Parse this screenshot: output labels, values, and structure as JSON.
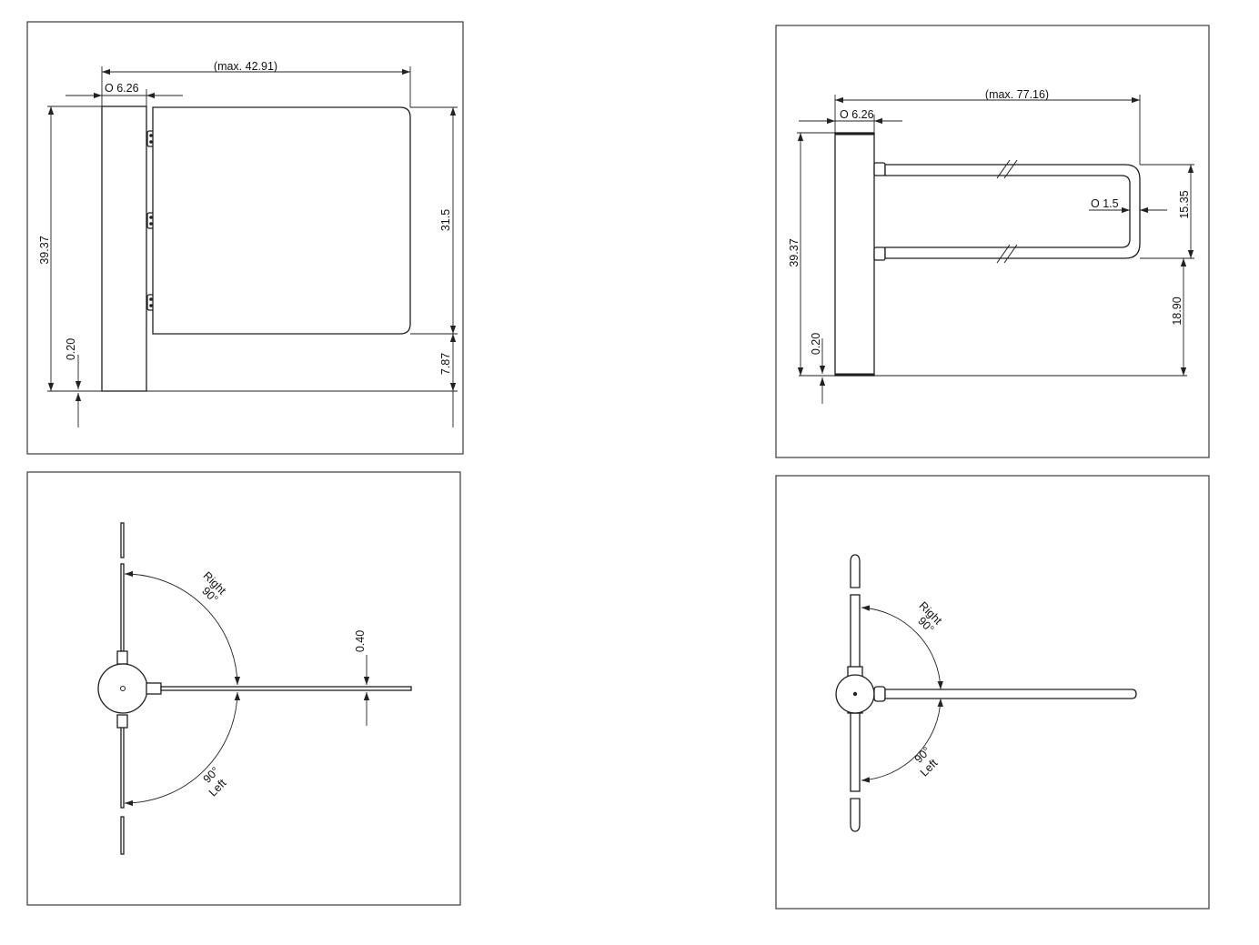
{
  "drawings": {
    "top_left": {
      "width_max": "(max. 42.91)",
      "post_diameter": "O  6.26",
      "overall_height": "39.37",
      "panel_height": "31.5",
      "panel_gap": "7.87",
      "floor_offset": "0.20"
    },
    "top_right": {
      "width_max": "(max. 77.16)",
      "post_diameter": "O  6.26",
      "overall_height": "39.37",
      "arm_spacing": "15.35",
      "tube_diameter": "O 1.5",
      "lower_clearance": "18.90",
      "floor_offset": "0.20"
    },
    "bottom_left": {
      "right_direction": "Right",
      "right_angle": "90°",
      "left_direction": "Left",
      "left_angle": "90°",
      "panel_thickness": "0.40"
    },
    "bottom_right": {
      "right_direction": "Right",
      "right_angle": "90°",
      "left_direction": "Left",
      "left_angle": "90°"
    }
  }
}
